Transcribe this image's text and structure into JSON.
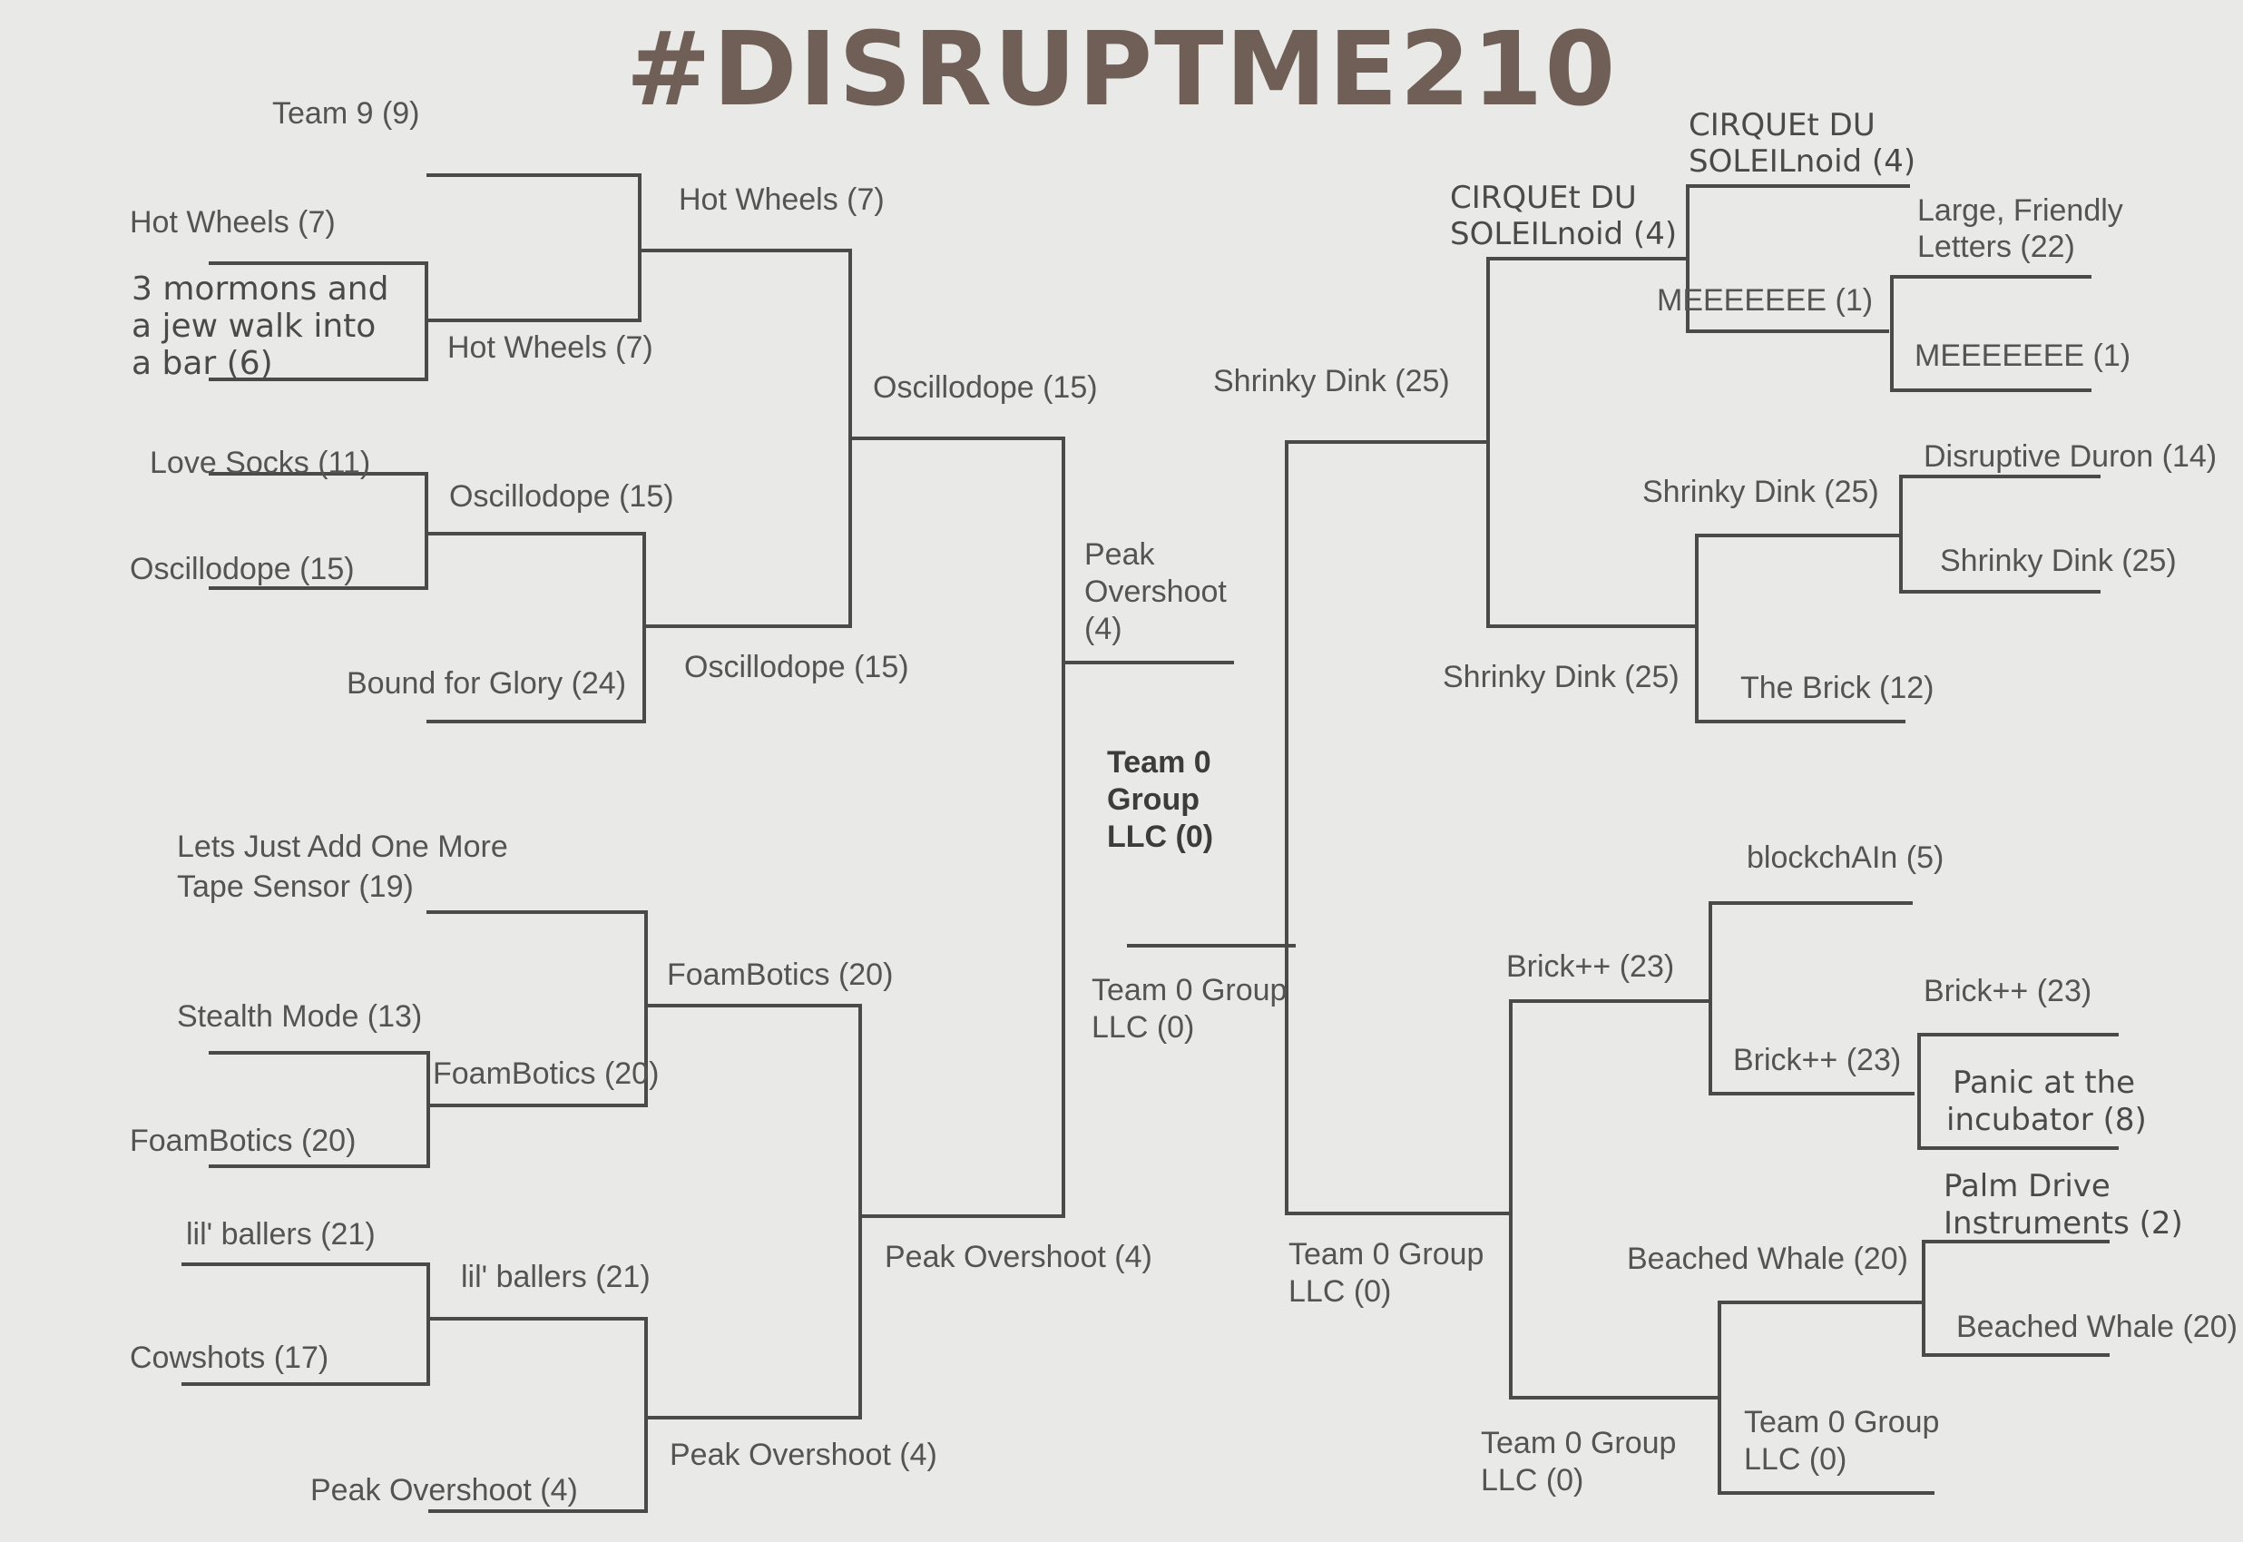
{
  "title": "#DISRUPTME210",
  "labels": {
    "team9": "Team 9 (9)",
    "hw_l1": "Hot Wheels (7)",
    "mormons_1": "3 mormons and",
    "mormons_2": "a jew walk into",
    "mormons_3": "a bar (6)",
    "hw_l2a": "Hot Wheels (7)",
    "hw_l3": "Hot Wheels (7)",
    "lovesocks": "Love Socks  (11)",
    "osc_l1": "Oscillodope (15)",
    "osc_l2": "Oscillodope (15)",
    "bound": "Bound for Glory (24)",
    "osc_l3a": "Oscillodope (15)",
    "osc_l4": "Oscillodope (15)",
    "lets_1": "Lets Just Add One More",
    "lets_2": "Tape Sensor  (19)",
    "stealth": "Stealth Mode (13)",
    "foam_l1": "FoamBotics (20)",
    "foam_l2": "FoamBotics (20)",
    "foam_l3": "FoamBotics (20)",
    "lil_l1": "lil' ballers (21)",
    "cowshots": "Cowshots (17)",
    "lil_l2": "lil' ballers (21)",
    "peak_l1": "Peak Overshoot  (4)",
    "peak_l2": "Peak Overshoot  (4)",
    "peak_l3": "Peak Overshoot  (4)",
    "peak_c_1": "Peak",
    "peak_c_2": "Overshoot",
    "peak_c_3": "(4)",
    "champ_1": "Team 0",
    "champ_2": "Group",
    "champ_3": "LLC (0)",
    "t0_c_1": "Team 0 Group",
    "t0_c_2": "LLC (0)",
    "shrinky_r4": "Shrinky Dink (25)",
    "cirq_r3_1": "CIRQUEt DU",
    "cirq_r3_2": "SOLEILnoid (4)",
    "cirq_r1_1": "CIRQUEt DU",
    "cirq_r1_2": "SOLEILnoid (4)",
    "large_1": "Large, Friendly",
    "large_2": "Letters  (22)",
    "mee_r2": "MEEEEEEE (1)",
    "mee_r1": "MEEEEEEE (1)",
    "shrinky_r2": "Shrinky Dink (25)",
    "disruptive": "Disruptive Duron (14)",
    "shrinky_r1": "Shrinky Dink (25)",
    "shrinky_r3": "Shrinky Dink (25)",
    "brick": "The Brick (12)",
    "blockchain": "blockchAIn (5)",
    "brickpp_r3": "Brick++  (23)",
    "brickpp_r1": "Brick++  (23)",
    "brickpp_r2": "Brick++  (23)",
    "panic_1": "Panic at the",
    "panic_2": "incubator (8)",
    "palm_1": "Palm Drive",
    "palm_2": "Instruments (2)",
    "beached_r2": "Beached Whale (20)",
    "beached_r1": "Beached Whale (20)",
    "t0_r4_1": "Team 0 Group",
    "t0_r4_2": "LLC (0)",
    "t0_r3_1": "Team 0 Group",
    "t0_r3_2": "LLC (0)",
    "t0_r2_1": "Team 0 Group",
    "t0_r2_2": "LLC (0)"
  },
  "colors": {
    "line": "#4a4a4a",
    "background": "#e9e9e7",
    "title": "#6f5f57"
  }
}
